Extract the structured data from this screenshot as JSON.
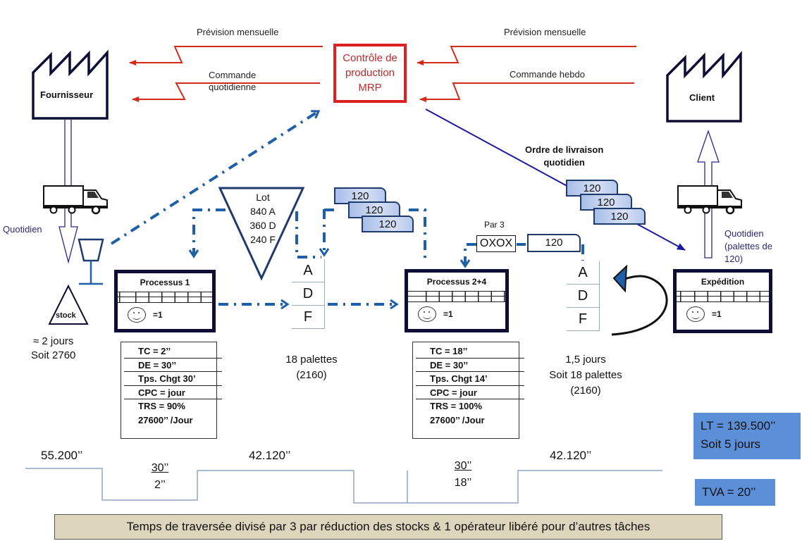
{
  "info_flow": {
    "left_top_label": "Prévision mensuelle",
    "left_bottom_label_line1": "Commande",
    "left_bottom_label_line2": "quotidienne",
    "right_top_label": "Prévision mensuelle",
    "right_bottom_label": "Commande hebdo",
    "delivery_order_line1": "Ordre de livraison",
    "delivery_order_line2": "quotidien"
  },
  "mrp": {
    "line1": "Contrôle de",
    "line2": "production",
    "line3": "MRP"
  },
  "supplier": {
    "label": "Fournisseur",
    "frequency": "Quotidien"
  },
  "customer": {
    "label": "Client",
    "frequency_line1": "Quotidien",
    "frequency_line2": "(palettes de",
    "frequency_line3": "120)"
  },
  "raw_stock": {
    "label": "stock",
    "line1": "≈ 2 jours",
    "line2": "Soit  2760"
  },
  "lot_triangle": {
    "title": "Lot",
    "lines": [
      "840 A",
      "360 D",
      "240 F"
    ]
  },
  "kanban_cards": {
    "upstream": [
      "120",
      "120",
      "120"
    ],
    "downstream": [
      "120",
      "120",
      "120"
    ],
    "withdrawal": "120"
  },
  "load_leveling": {
    "label": "Par 3",
    "pattern": "OXOX"
  },
  "supermarket_1": {
    "slots": [
      "A",
      "D",
      "F"
    ],
    "line1": "18 palettes",
    "line2": "(2160)"
  },
  "supermarket_2": {
    "slots": [
      "A",
      "D",
      "F"
    ],
    "line1": "1,5 jours",
    "line2": "Soit  18 palettes",
    "line3": "(2160)"
  },
  "processes": [
    {
      "title": "Processus 1",
      "operators": "=1",
      "data": [
        "TC = 2’’",
        "DE = 30’’",
        "Tps. Chgt 30’",
        "CPC = jour",
        "TRS = 90%",
        "27600’’ /Jour"
      ]
    },
    {
      "title": "Processus 2+4",
      "operators": "=1",
      "data": [
        "TC = 18’’",
        "DE = 30’’",
        "Tps. Chgt 14’",
        "CPC = jour",
        "TRS = 100%",
        "27600’’ /Jour"
      ]
    },
    {
      "title": "Expédition",
      "operators": "=1"
    }
  ],
  "timeline": {
    "wait_1": "55.200’’",
    "proc_1_num": "30’’",
    "proc_1_den": "2’’",
    "wait_2": "42.120’’",
    "proc_2_num": "30’’",
    "proc_2_den": "18’’",
    "wait_3": "42.120’’"
  },
  "summary": {
    "lead_time_line1": "LT = 139.500’’",
    "lead_time_line2": "Soit 5 jours",
    "value_added": "TVA = 20’’"
  },
  "banner": "Temps de traversée divisé par 3 par réduction des stocks & 1 opérateur libéré pour d’autres tâches",
  "colors": {
    "info_red": "#d42a1a",
    "mrp_red": "#e02020",
    "electronic_blue": "#1a1aa0",
    "dashed_blue": "#1f5fa8",
    "process_border": "#0d0d35",
    "summary_blue": "#5b8fd8",
    "banner_bg": "#ddd6bd"
  }
}
